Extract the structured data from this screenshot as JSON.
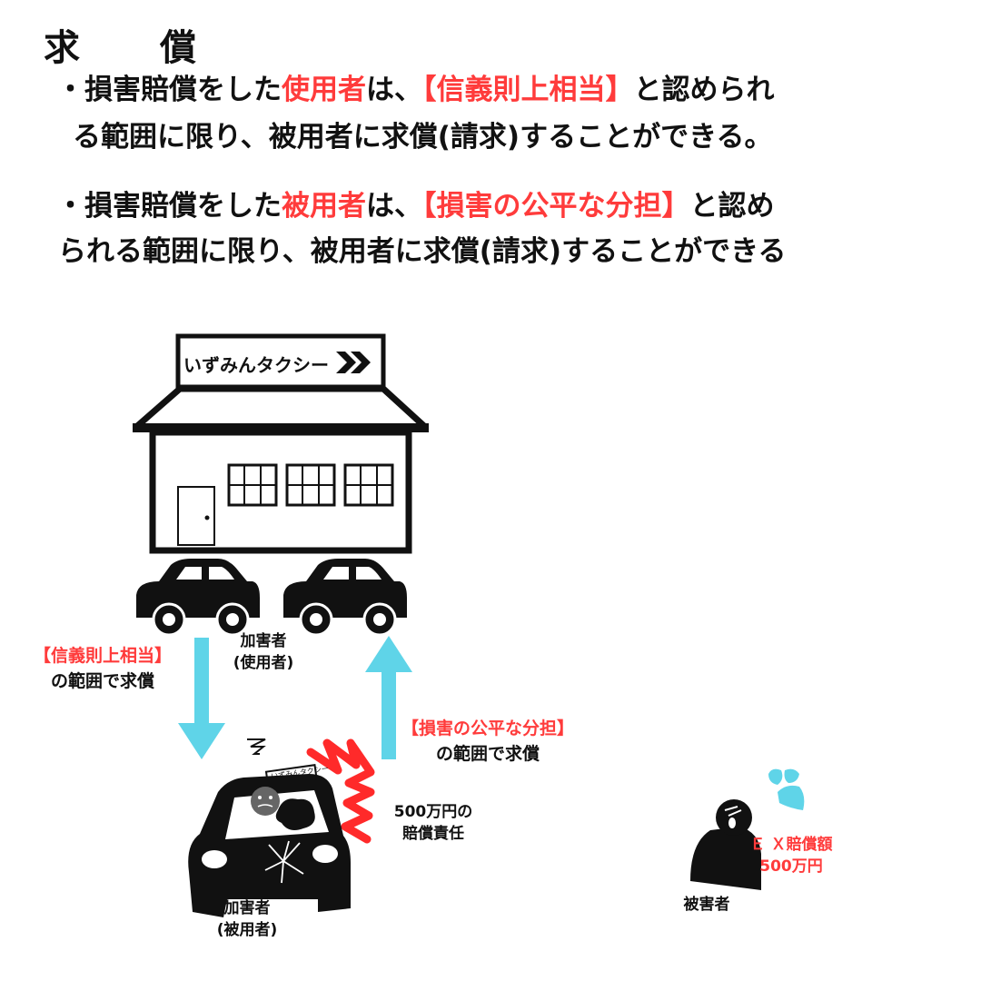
{
  "title": "求　償",
  "para1": {
    "bullet": "・損害賠償をした",
    "subject": "使用者",
    "mid": "は、",
    "bracket": "【信義則上相当】",
    "end": "と認められ",
    "line2": "る範囲に限り、被用者に求償(請求)することができる。"
  },
  "para2": {
    "bullet": "・損害賠償をした",
    "subject": "被用者",
    "mid": "は、",
    "bracket": "【損害の公平な分担】",
    "end": "と認め",
    "line2": "られる範囲に限り、被用者に求償(請求)することができる"
  },
  "company_sign": "いずみんタクシー",
  "car_sign": "いずみんタクシー",
  "employer_label": [
    "加害者",
    "(使用者)"
  ],
  "employee_label": [
    "加害者",
    "(被用者)"
  ],
  "left_arrow_label": [
    "【信義則上相当】",
    "の範囲で求償"
  ],
  "right_arrow_label": [
    "【損害の公平な分担】",
    "の範囲で求償"
  ],
  "liability_label": [
    "500万円の",
    "賠償責任"
  ],
  "victim_label": "被害者",
  "example_label": [
    "Ｅ Ｘ賠償額",
    "500万円"
  ],
  "colors": {
    "accent_red": "#ff3b3b",
    "arrow_cyan": "#5fd4e8",
    "ink": "#111111"
  },
  "icons": [
    "building-icon",
    "car-icon",
    "crashed-car-icon",
    "victim-person-icon",
    "sweat-drops-icon",
    "double-chevron-icon"
  ]
}
